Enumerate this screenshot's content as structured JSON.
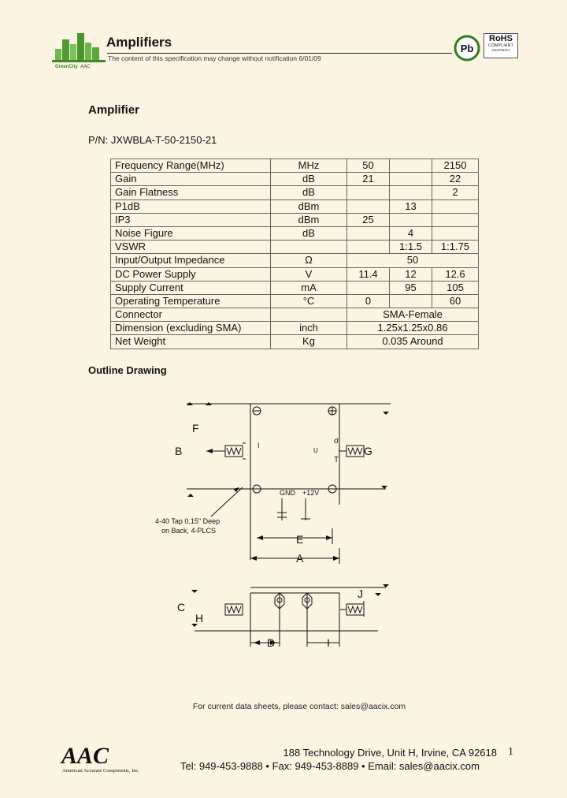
{
  "header": {
    "logo_text": "GreenCity AAC",
    "title": "Amplifiers",
    "notice": "The content of this specification may change without notification 6/01/09",
    "pb_badge": "Pb",
    "rohs": {
      "title": "RoHS",
      "line2": "COMPLIANT",
      "line3": "2002/95/EC"
    }
  },
  "product": {
    "heading": "Amplifier",
    "part_number": "P/N: JXWBLA-T-50-2150-21"
  },
  "spec_table": {
    "rows": [
      {
        "param": "Frequency Range(MHz)",
        "unit": "MHz",
        "min": "50",
        "typ": "",
        "max": "2150"
      },
      {
        "param": "Gain",
        "unit": "dB",
        "min": "21",
        "typ": "",
        "max": "22"
      },
      {
        "param": "Gain Flatness",
        "unit": "dB",
        "min": "",
        "typ": "",
        "max": "2"
      },
      {
        "param": "P1dB",
        "unit": "dBm",
        "min": "",
        "typ": "13",
        "max": ""
      },
      {
        "param": "IP3",
        "unit": "dBm",
        "min": "25",
        "typ": "",
        "max": ""
      },
      {
        "param": "Noise Figure",
        "unit": "dB",
        "min": "",
        "typ": "4",
        "max": ""
      },
      {
        "param": "VSWR",
        "unit": "",
        "min": "",
        "typ": "1:1.5",
        "max": "1:1.75"
      },
      {
        "param": "Input/Output Impedance",
        "unit": "Ω",
        "merged": "50"
      },
      {
        "param": "DC Power Supply",
        "unit": "V",
        "min": "11.4",
        "typ": "12",
        "max": "12.6"
      },
      {
        "param": "Supply Current",
        "unit": "mA",
        "min": "",
        "typ": "95",
        "max": "105"
      },
      {
        "param": "Operating Temperature",
        "unit": "°C",
        "min": "0",
        "typ": "",
        "max": "60"
      },
      {
        "param": "Connector",
        "unit": "",
        "merged": "SMA-Female"
      },
      {
        "param": "Dimension (excluding SMA)",
        "unit": "inch",
        "merged": "1.25x1.25x0.86"
      },
      {
        "param": "Net Weight",
        "unit": "Kg",
        "merged": "0.035 Around"
      }
    ]
  },
  "outline": {
    "heading": "Outline Drawing",
    "labels": {
      "F": "F",
      "B": "B",
      "G": "G",
      "E": "E",
      "A": "A",
      "C": "C",
      "H": "H",
      "J": "J",
      "D": "D",
      "I": "I",
      "gnd": "GND",
      "v12": "+12V",
      "tap_line1": "4-40 Tap 0.15\" Deep",
      "tap_line2": "on Back, 4-PLCS"
    }
  },
  "footer": {
    "note": "For current data sheets, please contact: sales@aacix.com",
    "company_logo": "AAC",
    "company_name": "American Accurate Components, Inc.",
    "address": "188 Technology Drive, Unit H, Irvine, CA 92618",
    "contact": "Tel: 949-453-9888 • Fax: 949-453-8889 • Email: sales@aacix.com",
    "page_number": "1"
  },
  "colors": {
    "background": "#fcf4e3",
    "logo_green": "#5aa83c",
    "text": "#111111"
  }
}
